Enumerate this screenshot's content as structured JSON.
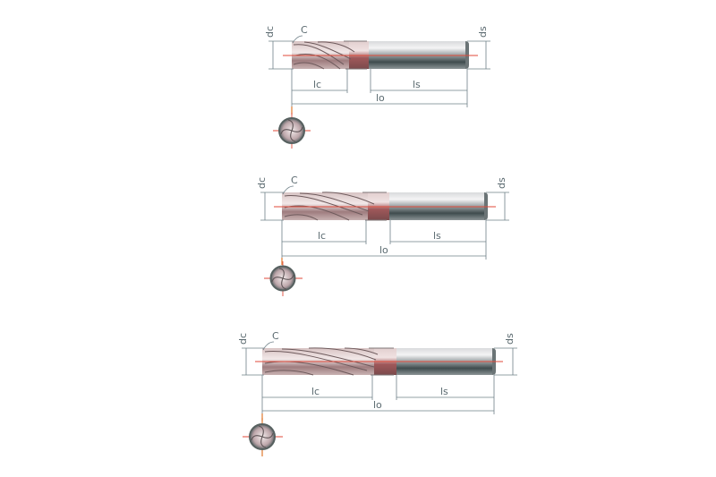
{
  "figure": {
    "title": "End mill dimension drawings",
    "colors": {
      "background": "#ffffff",
      "dimension_line": "#6f8088",
      "center_line": "#e04a3a",
      "shank_light": "#e8e8ea",
      "shank_dark": "#3d4a4c",
      "flute_tint": "#c79a9a"
    }
  },
  "tools": [
    {
      "id": "tool-1",
      "flutes": 4,
      "labels": {
        "dc": "dc",
        "ds": "ds",
        "corner": "C",
        "lc": "lc",
        "ls": "ls",
        "lo": "lo"
      }
    },
    {
      "id": "tool-2",
      "flutes": 4,
      "labels": {
        "dc": "dc",
        "ds": "ds",
        "corner": "C",
        "lc": "lc",
        "ls": "ls",
        "lo": "lo"
      }
    },
    {
      "id": "tool-3",
      "flutes": 4,
      "labels": {
        "dc": "dc",
        "ds": "ds",
        "corner": "C",
        "lc": "lc",
        "ls": "ls",
        "lo": "lo"
      }
    }
  ]
}
